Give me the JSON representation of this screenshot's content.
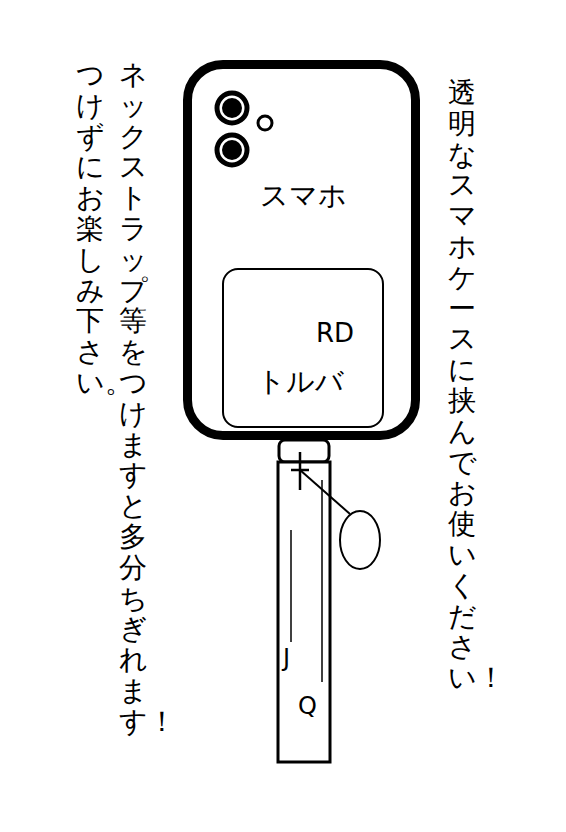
{
  "diagram": {
    "nodes": [
      {
        "text": [
          "スマホ"
        ]
      },
      {
        "text": [
          "RD",
          "トルバ"
        ],
        "in": 0
      }
    ],
    "labels": [
      "透明なスマホケースに挟んでお使いください！",
      "ネックストラップ等をつけますと多分ちぎれます！",
      "つけずにお楽しみ下さい。",
      "J",
      "Q"
    ]
  }
}
